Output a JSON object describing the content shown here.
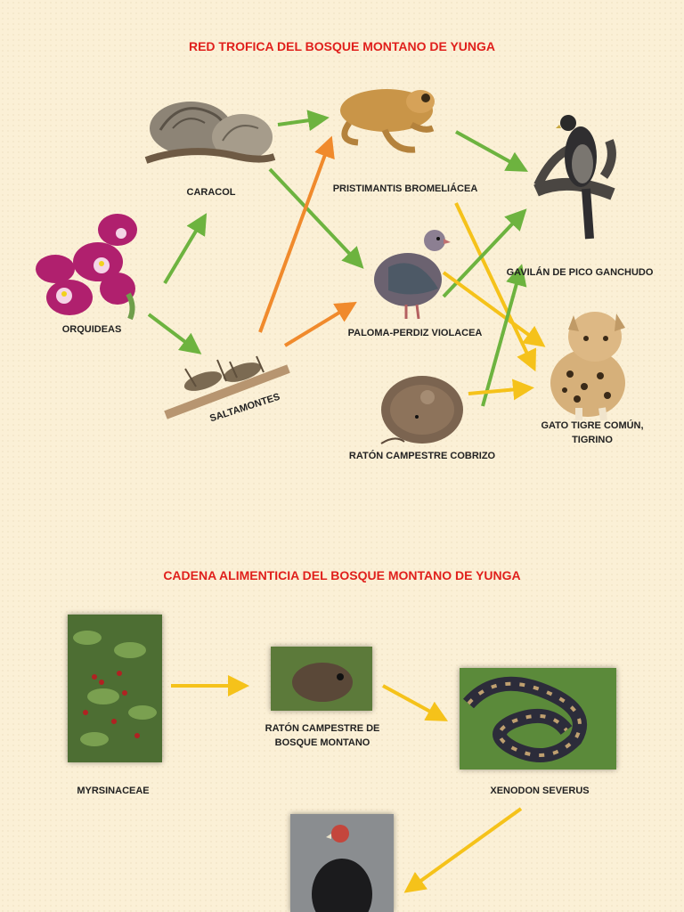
{
  "web": {
    "title": "RED TROFICA DEL BOSQUE MONTANO DE YUNGA",
    "nodes": {
      "caracol": "CARACOL",
      "orquideas": "ORQUIDEAS",
      "saltamontes": "SALTAMONTES",
      "rana": "PRISTIMANTIS BROMELIÁCEA",
      "paloma": "PALOMA-PERDIZ VIOLACEA",
      "raton": "RATÓN CAMPESTRE COBRIZO",
      "gavilan": "GAVILÁN DE PICO GANCHUDO",
      "gato": "GATO TIGRE COMÚN,\nTIGRINO"
    },
    "colors": {
      "green": "#6db33f",
      "orange": "#f08a2c",
      "yellow": "#f5c21a"
    }
  },
  "chain": {
    "title": "CADENA ALIMENTICIA DEL BOSQUE MONTANO DE YUNGA",
    "nodes": {
      "myrsinaceae": "MYRSINACEAE",
      "raton": "RATÓN CAMPESTRE DE\nBOSQUE MONTANO",
      "xenodon": "XENODON SEVERUS"
    },
    "arrow_color": "#f5c21a"
  }
}
